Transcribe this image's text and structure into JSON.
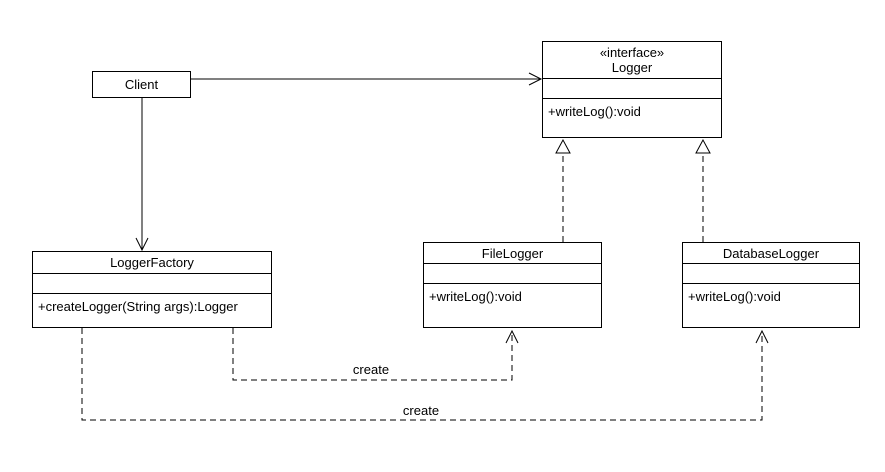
{
  "diagram": {
    "kind": "uml-class-diagram",
    "colors": {
      "background": "#ffffff",
      "line": "#000000",
      "text": "#000000",
      "box_fill": "#ffffff"
    },
    "classes": {
      "client": {
        "name": "Client"
      },
      "logger": {
        "stereotype": "«interface»",
        "name": "Logger",
        "methods": [
          "+writeLog():void"
        ]
      },
      "loggerFactory": {
        "name": "LoggerFactory",
        "methods": [
          "+createLogger(String args):Logger"
        ]
      },
      "fileLogger": {
        "name": "FileLogger",
        "methods": [
          "+writeLog():void"
        ]
      },
      "databaseLogger": {
        "name": "DatabaseLogger",
        "methods": [
          "+writeLog():void"
        ]
      }
    },
    "edges": {
      "clientToLogger": {
        "type": "association",
        "from": "Client",
        "to": "Logger"
      },
      "clientToFactory": {
        "type": "association",
        "from": "Client",
        "to": "LoggerFactory"
      },
      "fileRealization": {
        "type": "realization",
        "from": "FileLogger",
        "to": "Logger"
      },
      "databaseRealization": {
        "type": "realization",
        "from": "DatabaseLogger",
        "to": "Logger"
      },
      "createFile": {
        "type": "dependency",
        "from": "LoggerFactory",
        "to": "FileLogger",
        "label": "create"
      },
      "createDatabase": {
        "type": "dependency",
        "from": "LoggerFactory",
        "to": "DatabaseLogger",
        "label": "create"
      }
    }
  }
}
